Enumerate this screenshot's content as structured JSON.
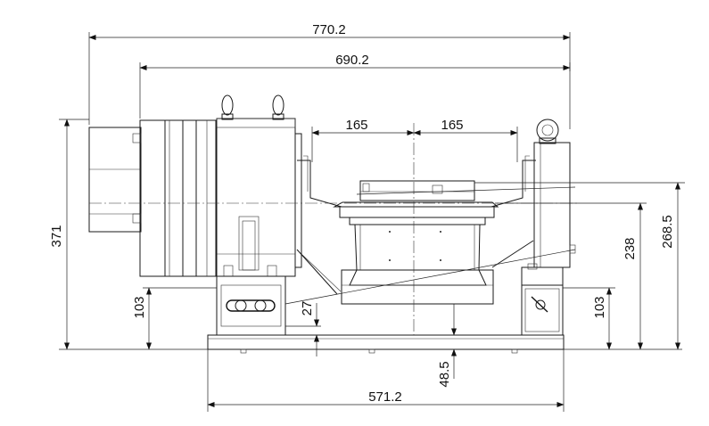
{
  "dimensions": {
    "overall_width": "770.2",
    "body_width": "690.2",
    "table_left": "165",
    "table_right": "165",
    "overall_height": "371",
    "left_base_height": "103",
    "right_base_height": "103",
    "base_gap": "27",
    "center_to_base": "48.5",
    "base_length": "571.2",
    "axis_height": "238",
    "top_height": "268.5"
  }
}
